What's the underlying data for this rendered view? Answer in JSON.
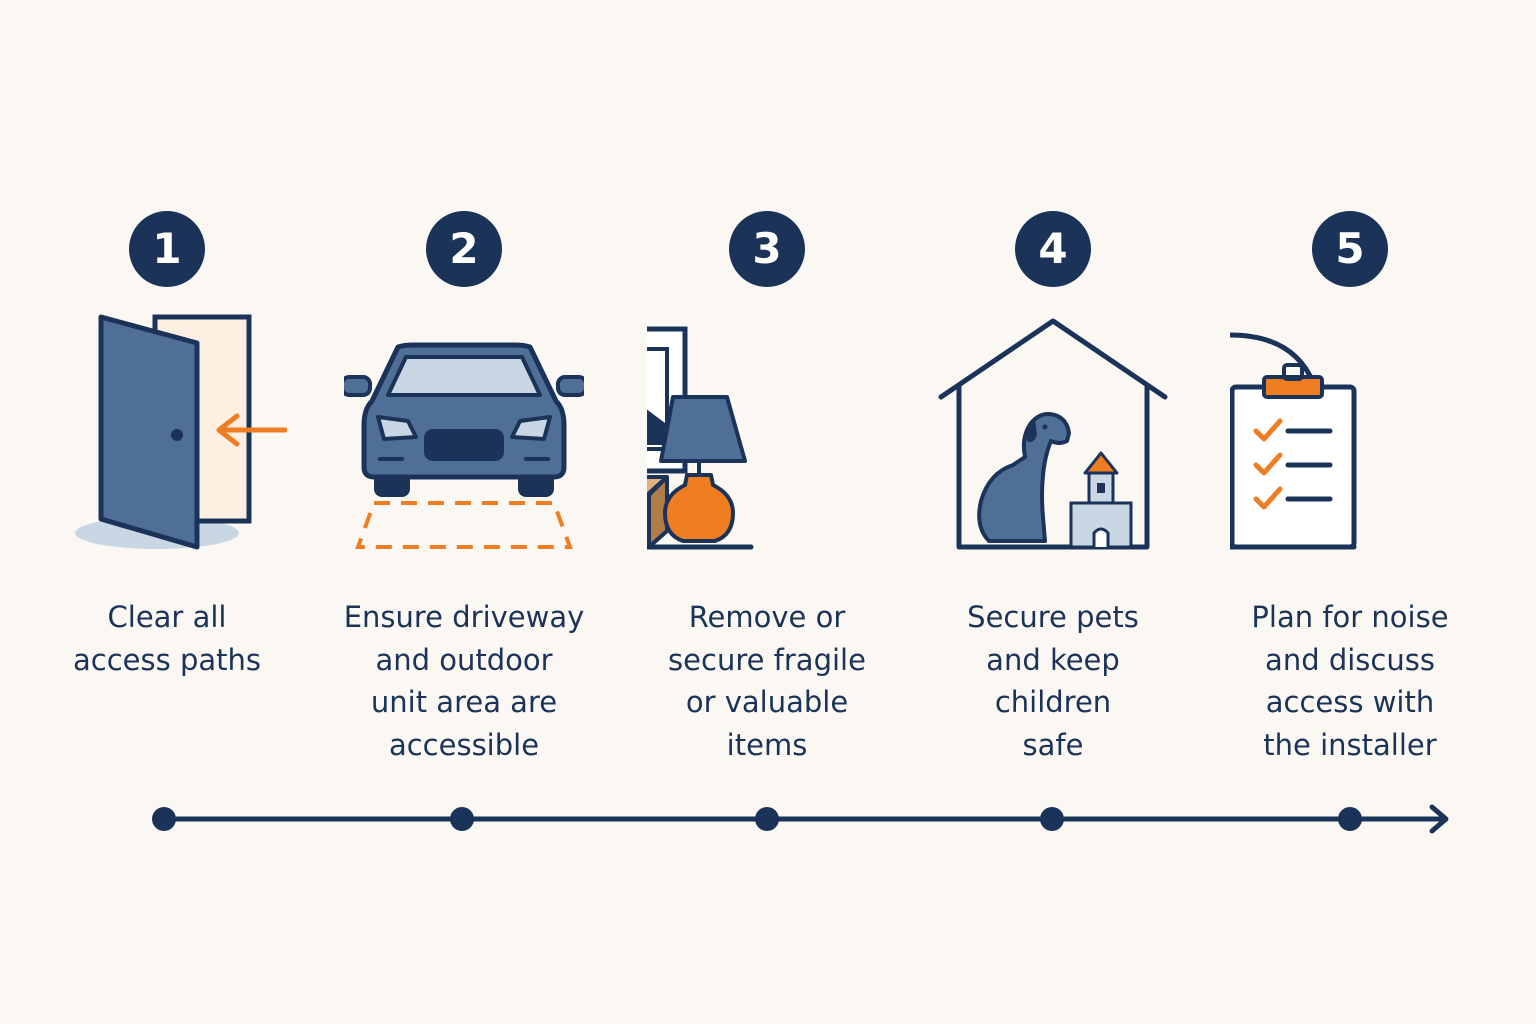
{
  "colors": {
    "background": "#fbf8f3",
    "navy": "#1b3358",
    "slate_blue": "#4f6f96",
    "light_blue": "#c9d6e4",
    "orange": "#ef7d22",
    "tan": "#c8955e"
  },
  "steps": [
    {
      "number": "1",
      "label": "Clear all\naccess paths",
      "icon": "door-arrow-icon"
    },
    {
      "number": "2",
      "label": "Ensure driveway\nand outdoor\nunit area are\naccessible",
      "icon": "car-driveway-icon"
    },
    {
      "number": "3",
      "label": "Remove or\nsecure fragile\nor valuable\nitems",
      "icon": "fragile-items-icon"
    },
    {
      "number": "4",
      "label": "Secure pets\nand keep\nchildren\nsafe",
      "icon": "house-pet-icon"
    },
    {
      "number": "5",
      "label": "Plan for noise\nand discuss\naccess with\nthe installer",
      "icon": "headset-clipboard-icon"
    }
  ]
}
